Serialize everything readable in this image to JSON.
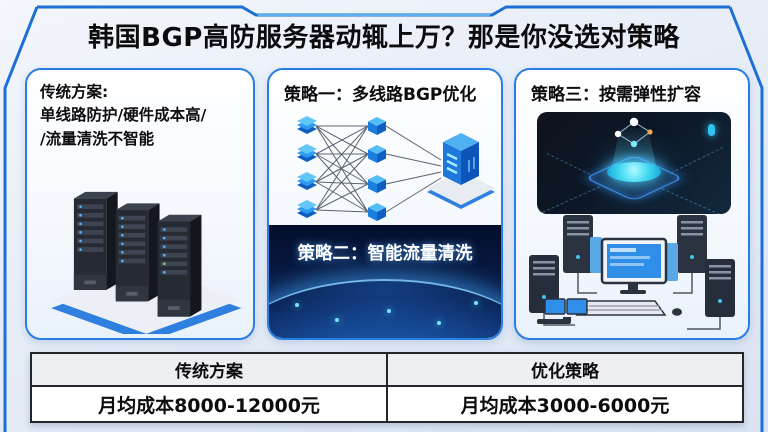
{
  "title": "韩国BGP高防服务器动辄上万？那是你没选对策略",
  "panels": {
    "traditional": {
      "heading": "传统方案:",
      "lines": [
        "单线路防护/硬件成本高/",
        "/流量清洗不智能"
      ]
    },
    "strategy1": {
      "title": "策略一：多线路BGP优化"
    },
    "strategy2": {
      "title": "策略二：智能流量清洗"
    },
    "strategy3": {
      "title": "策略三：按需弹性扩容"
    }
  },
  "comparison_table": {
    "headers": [
      "传统方案",
      "优化策略"
    ],
    "rows": [
      [
        "月均成本8000-12000元",
        "月均成本3000-6000元"
      ]
    ]
  },
  "icons": {
    "left_nodes": "layered-node-icon",
    "right_nodes": "cube-node-icon",
    "server": "isometric-server-icon",
    "racks": "server-rack-icon",
    "chip": "hologram-chip-icon",
    "workstation": "workstation-icon"
  },
  "colors": {
    "frame_blue": "#1d6fd6",
    "panel_border": "#2a7de1",
    "dark_navy": "#081a3e",
    "glow_cyan": "#49ddf3",
    "table_header_bg": "#edeff3",
    "title_color": "#0c0c0e"
  }
}
